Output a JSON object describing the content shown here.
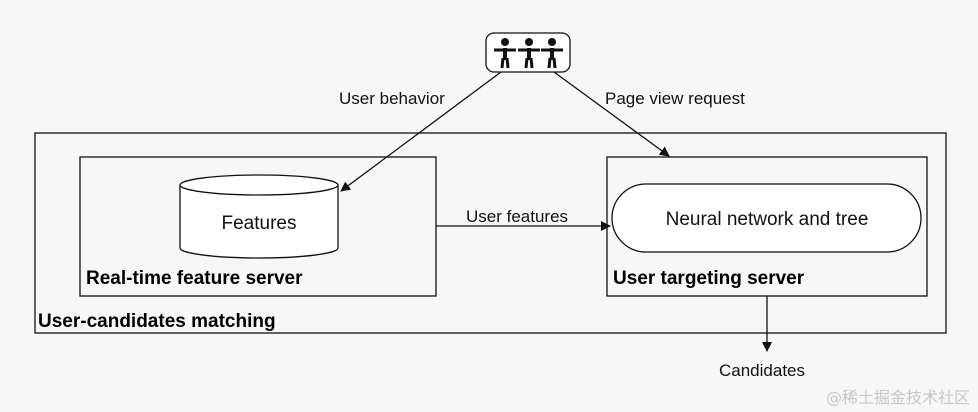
{
  "users_icon": {
    "icon": "people-group-icon"
  },
  "edges": {
    "user_behavior": "User behavior",
    "page_view_request": "Page view request",
    "user_features": "User features",
    "candidates": "Candidates"
  },
  "outer_box": {
    "title": "User-candidates matching"
  },
  "feature_server": {
    "title": "Real-time feature server",
    "store_label": "Features",
    "store_icon": "database-cylinder-icon"
  },
  "targeting_server": {
    "title": "User targeting server",
    "model_label": "Neural network and tree"
  },
  "watermark": "@稀土掘金技术社区"
}
